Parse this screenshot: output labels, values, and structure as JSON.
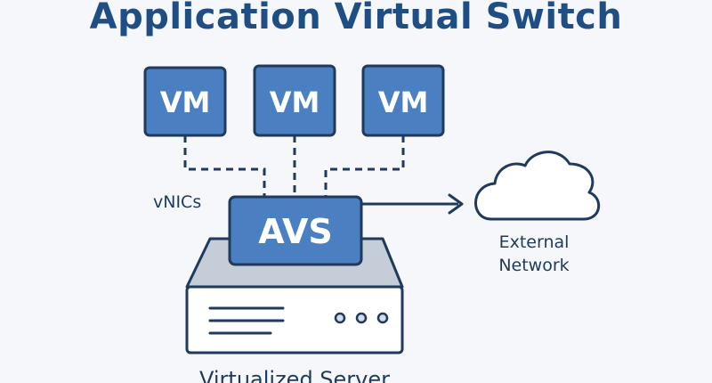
{
  "title": "Application Virtual Switch",
  "vms": [
    {
      "label": "VM"
    },
    {
      "label": "VM"
    },
    {
      "label": "VM"
    }
  ],
  "switch": {
    "label": "AVS"
  },
  "vnics_label": "vNICs",
  "external_network": {
    "line1": "External",
    "line2": "Network"
  },
  "server": {
    "label": "Virtualized Server"
  },
  "colors": {
    "box_fill": "#4a7fc1",
    "box_stroke": "#1f3a5c",
    "title": "#1f4e84",
    "server_top": "#c5cdd9",
    "server_front": "#ffffff",
    "cloud_fill": "#ffffff",
    "line": "#1f3a5c"
  }
}
